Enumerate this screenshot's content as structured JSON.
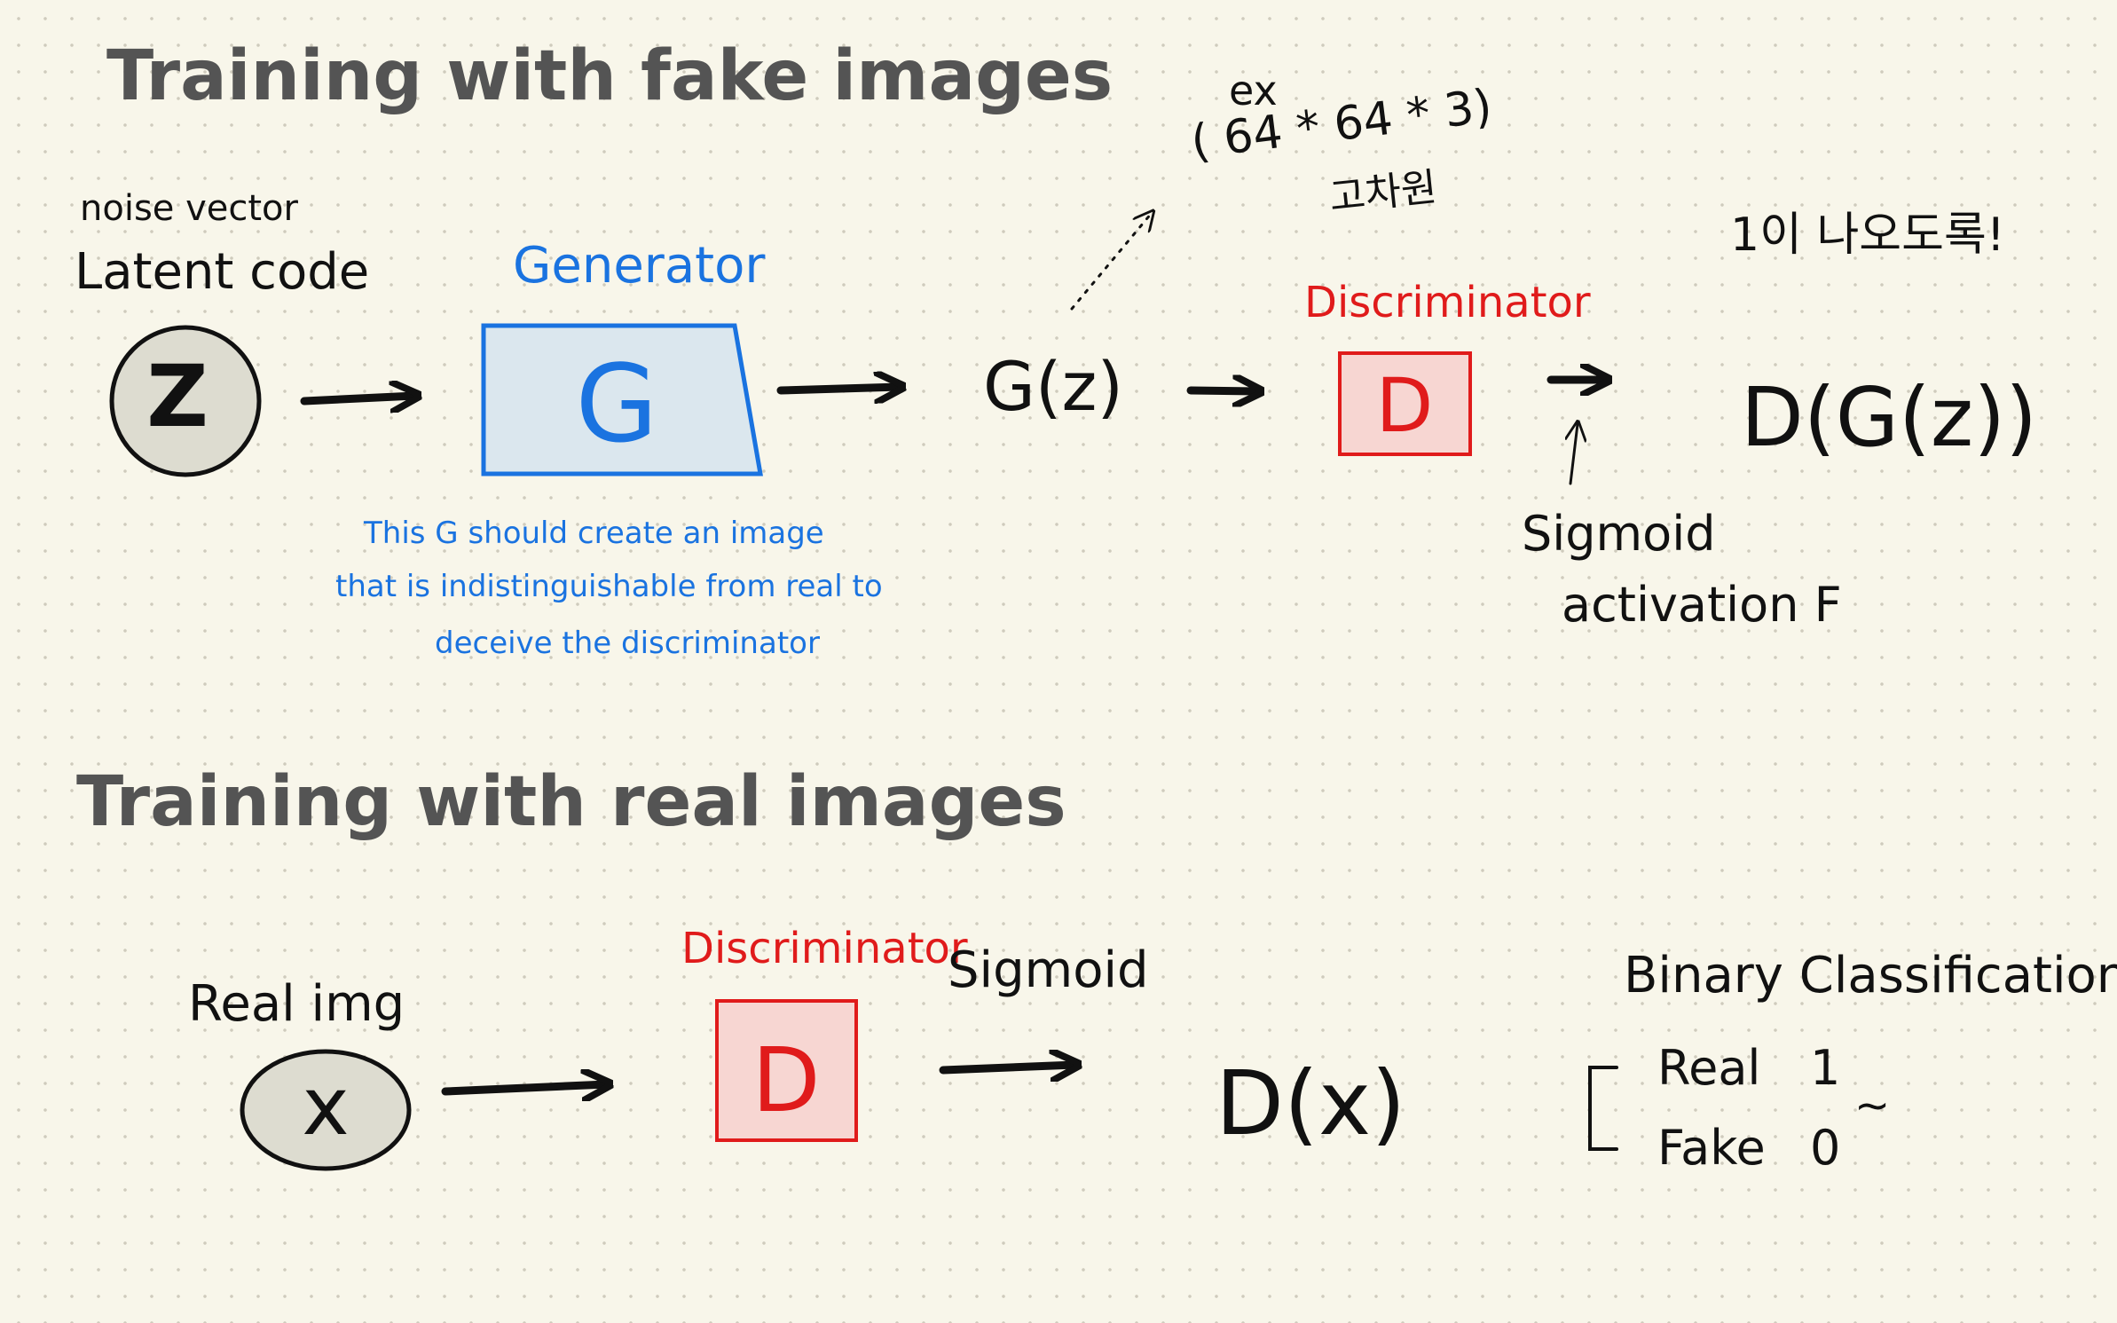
{
  "section_fake": {
    "title": "Training with fake images",
    "noise_label": "noise vector",
    "latent_label": "Latent code",
    "z_symbol": "Z",
    "generator_label": "Generator",
    "generator_symbol": "G",
    "output_label": "G(z)",
    "dimension_note": {
      "ex": "ex",
      "shape": "( 64 * 64 * 3)",
      "korean": "고차원"
    },
    "discriminator_label": "Discriminator",
    "discriminator_symbol": "D",
    "result_label": "D(G(z))",
    "korean_note": "1이 나오도록!",
    "sigmoid_note_1": "Sigmoid",
    "sigmoid_note_2": "activation F",
    "generator_note": [
      "This G should create an image",
      "that is indistinguishable from real to",
      "deceive the discriminator"
    ]
  },
  "section_real": {
    "title": "Training with real images",
    "input_label": "Real img",
    "x_symbol": "x",
    "discriminator_label": "Discriminator",
    "discriminator_symbol": "D",
    "sigmoid_label": "Sigmoid",
    "result_label": "D(x)",
    "classification_title": "Binary Classification",
    "classes": [
      {
        "name": "Real",
        "value": "1"
      },
      {
        "name": "Fake",
        "value": "0"
      }
    ],
    "tilde": "~"
  },
  "colors": {
    "background": "#f8f6ea",
    "title_gray": "#545454",
    "ink": "#111111",
    "blue": "#1a73e0",
    "generator_fill": "#dbe7ee",
    "red": "#e01b1b",
    "discriminator_fill": "#f7d6d2",
    "circle_fill": "#dddcd0"
  }
}
